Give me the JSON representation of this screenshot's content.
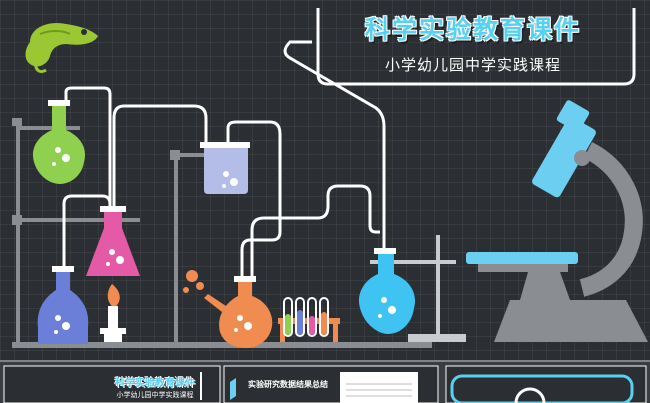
{
  "slide": {
    "title": "科学实验教育课件",
    "subtitle": "小学幼儿园中学实践课程"
  },
  "thumbnails": {
    "first": {
      "title": "科学实验教育课件",
      "subtitle": "小学幼儿园中学实践课程"
    },
    "second": {
      "heading": "实验研究数据结果总结"
    }
  },
  "colors": {
    "background": "#2b2e32",
    "accent_blue": "#5ad0f0",
    "flask_green": "#8fd14f",
    "flask_pink": "#e55aa7",
    "flask_purple": "#6c7fd8",
    "flask_orange": "#f08c4f",
    "flask_cyan": "#3fc3f2",
    "beaker_lavender": "#b4bce8",
    "logo_green": "#9bc832"
  },
  "icons": {
    "logo": "chameleon-logo-icon",
    "microscope": "microscope-icon",
    "burner": "bunsen-burner-icon"
  }
}
